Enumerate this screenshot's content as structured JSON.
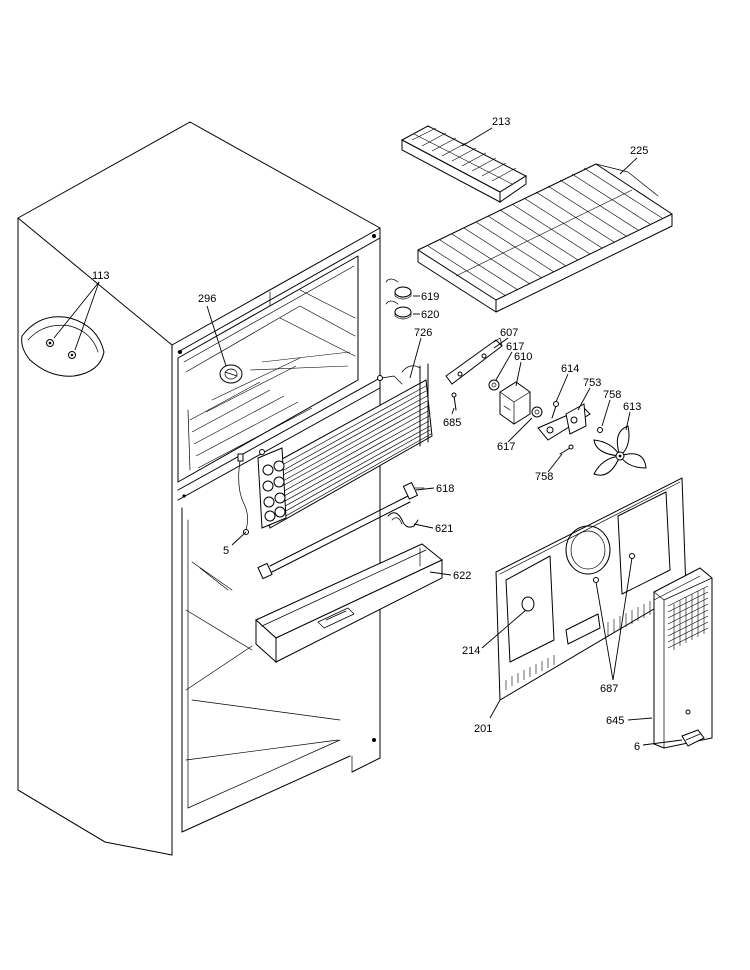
{
  "callouts": {
    "p113": "113",
    "p296": "296",
    "p213": "213",
    "p225": "225",
    "p619": "619",
    "p620": "620",
    "p726": "726",
    "p607": "607",
    "p617a": "617",
    "p610": "610",
    "p614": "614",
    "p753": "753",
    "p758a": "758",
    "p613": "613",
    "p685": "685",
    "p617b": "617",
    "p758b": "758",
    "p618": "618",
    "p621": "621",
    "p5": "5",
    "p622": "622",
    "p214": "214",
    "p687": "687",
    "p645": "645",
    "p201": "201",
    "p6": "6"
  }
}
